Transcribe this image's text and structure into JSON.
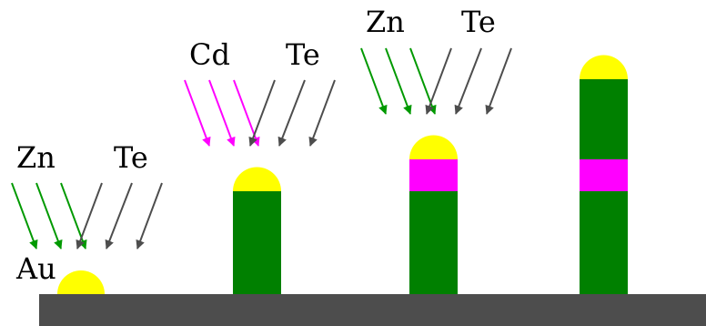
{
  "colors": {
    "substrate": "#4d4d4d",
    "gold": "#ffff00",
    "znte": "#008000",
    "cdte": "#ff00ff",
    "zn_flux": "#009900",
    "te_flux": "#4d4d4d",
    "cd_flux": "#ff00ff"
  },
  "labels": {
    "stage1_left": "Zn",
    "stage1_right": "Te",
    "stage1_catalyst": "Au",
    "stage2_left": "Cd",
    "stage2_right": "Te",
    "stage3_left": "Zn",
    "stage3_right": "Te"
  }
}
